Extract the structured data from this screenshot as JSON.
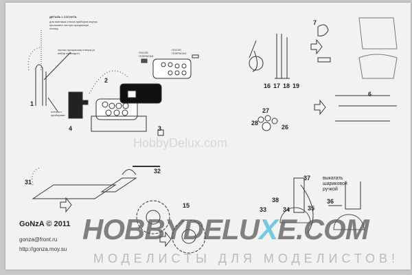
{
  "notes": {
    "bend_title": "ДЕТАЛЬ 1 СОГНУТЬ",
    "bend_desc": "для монтажа стекла приборов внутрь проложить чистую прозрачную пленку",
    "clear_film": "чистая прозрачная пленка (в набор не входит)",
    "film_instruments": "пленка с приборами",
    "after_paint_1": "ПОСЛЕ ПОКРАСКИ",
    "after_paint_2": "ПОСЛЕ ПОКРАСКИ",
    "roll_out": "выкатать шариковой ручкой"
  },
  "part_numbers": [
    "1",
    "2",
    "3",
    "4",
    "6",
    "7",
    "15",
    "16",
    "17",
    "18",
    "19",
    "26",
    "27",
    "28",
    "31",
    "32",
    "33",
    "34",
    "35",
    "36",
    "37",
    "38"
  ],
  "credits": {
    "author": "GoNzA © 2011",
    "email": "gonza@front.ru",
    "url": "http://gonza.moy.su"
  },
  "watermark": {
    "brand_a": "HOBBYDELU",
    "brand_x": "X",
    "brand_b": "E.COM",
    "mid": "HobbyDelux.com",
    "slogan": "МОДЕЛИСТЫ ДЛЯ МОДЕЛИСТОВ!"
  }
}
